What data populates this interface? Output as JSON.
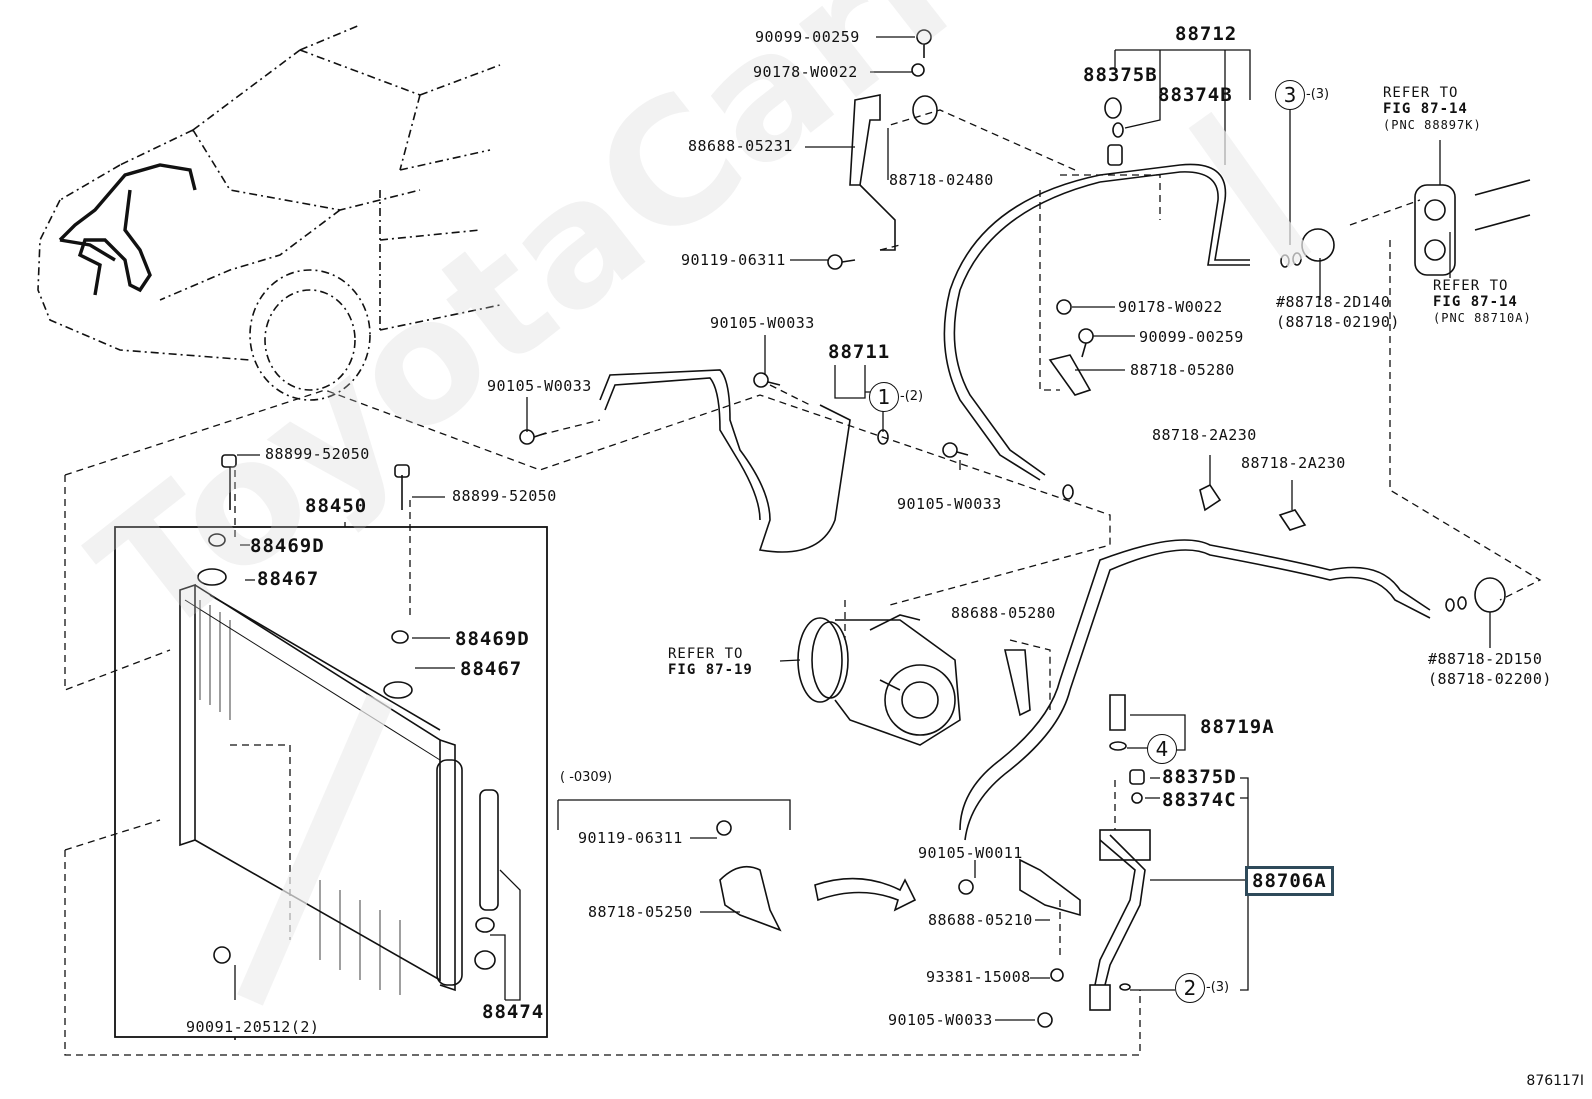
{
  "diagram": {
    "figure_number": "876117I",
    "watermark": "ToyotaCarManuals.ru",
    "highlighted_part": "88706A",
    "labels": {
      "p90099_top": "90099-00259",
      "p90178_top": "90178-W0022",
      "p88688_05231": "88688-05231",
      "p88718_02480": "88718-02480",
      "p90119_top": "90119-06311",
      "p88712": "88712",
      "p88375B": "88375B",
      "p88374B": "88374B",
      "p90178_mid": "90178-W0022",
      "p90099_mid": "90099-00259",
      "p88718_05280": "88718-05280",
      "p88718_2D140": "#88718-2D140",
      "p88718_02190": "(88718-02190)",
      "p90105_a": "90105-W0033",
      "p90105_b": "90105-W0033",
      "p90105_c": "90105-W0033",
      "p88711": "88711",
      "p88718_2A230_a": "88718-2A230",
      "p88718_2A230_b": "88718-2A230",
      "p88899_a": "88899-52050",
      "p88899_b": "88899-52050",
      "p88450": "88450",
      "p88469D_a": "88469D",
      "p88467_a": "88467",
      "p88469D_b": "88469D",
      "p88467_b": "88467",
      "p88688_05280": "88688-05280",
      "p88718_2D150": "#88718-2D150",
      "p88718_02200": "(88718-02200)",
      "p88719A": "88719A",
      "p88375D": "88375D",
      "p88374C": "88374C",
      "p90105_W0011": "90105-W0011",
      "p88688_05210": "88688-05210",
      "p93381": "93381-15008",
      "p90105_d": "90105-W0033",
      "p90119_bottom": "90119-06311",
      "p88718_05250": "88718-05250",
      "p90091": "90091-20512(2)",
      "p88474": "88474",
      "date_range": "(      -0309)"
    },
    "references": {
      "fig_87_14_a": [
        "REFER TO",
        "FIG 87-14",
        "(PNC 88897K)"
      ],
      "fig_87_14_b": [
        "REFER TO",
        "FIG 87-14",
        "(PNC 88710A)"
      ],
      "fig_87_19": [
        "REFER TO",
        "FIG 87-19"
      ]
    },
    "callouts": [
      {
        "num": "1",
        "qty": "-(2)"
      },
      {
        "num": "2",
        "qty": "-(3)"
      },
      {
        "num": "3",
        "qty": "-(3)"
      },
      {
        "num": "4",
        "qty": ""
      }
    ]
  }
}
